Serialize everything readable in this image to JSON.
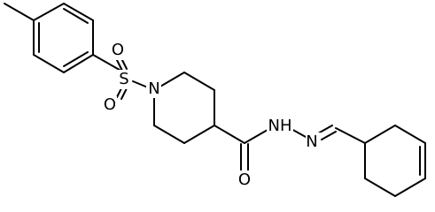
{
  "atoms": {
    "sulfonyl_s": "S",
    "sulfonyl_o_top": "O",
    "sulfonyl_o_bottom": "O",
    "piperidine_n": "N",
    "carbonyl_o": "O",
    "hydrazide_nh": "NH",
    "imine_n": "N"
  }
}
